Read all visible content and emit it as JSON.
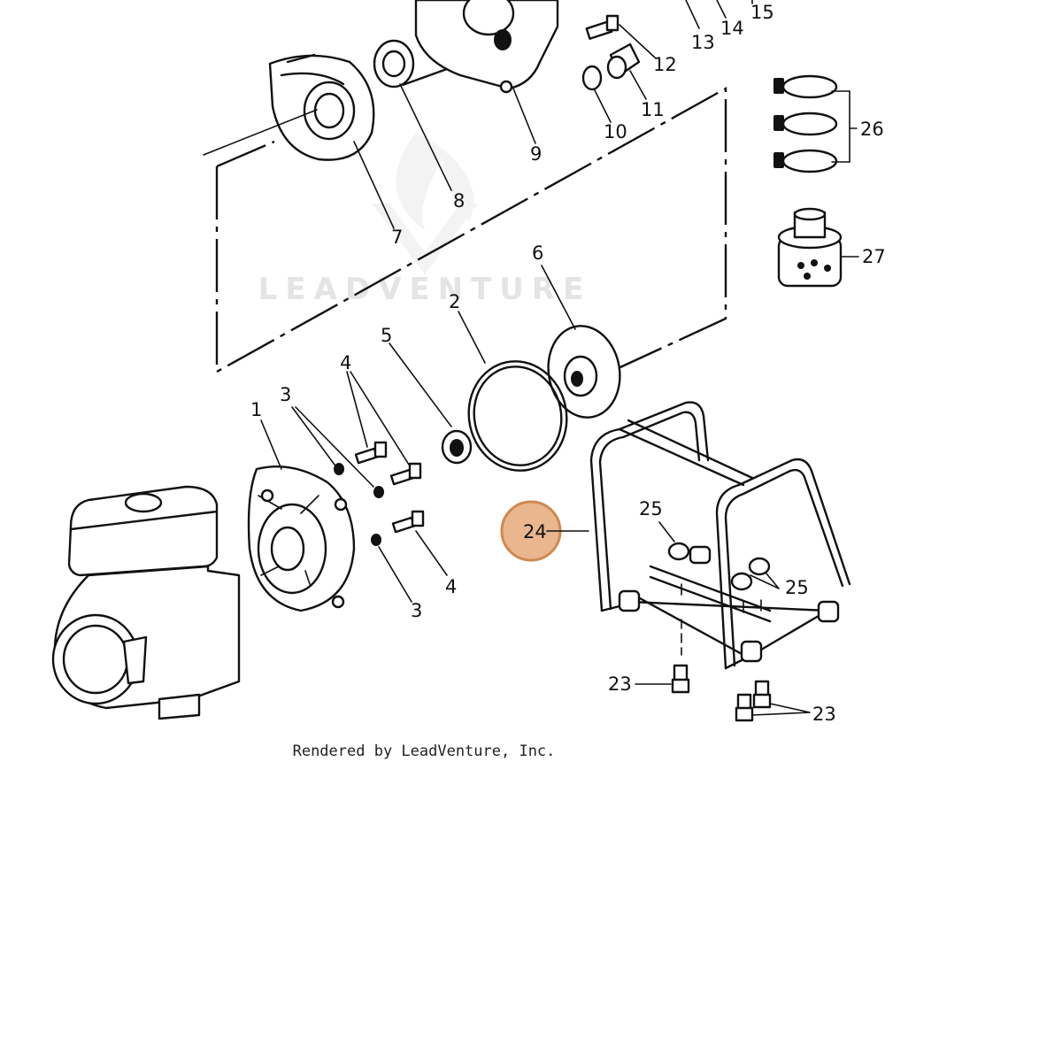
{
  "watermark": "LEADVENTURE",
  "credit": "Rendered by LeadVenture, Inc.",
  "highlight_color": "#e6a97a",
  "callouts": {
    "c1": "1",
    "c2": "2",
    "c3a": "3",
    "c3b": "3",
    "c4a": "4",
    "c4b": "4",
    "c5": "5",
    "c6": "6",
    "c7": "7",
    "c8": "8",
    "c9": "9",
    "c10": "10",
    "c11": "11",
    "c12": "12",
    "c13": "13",
    "c14": "14",
    "c15": "15",
    "c23a": "23",
    "c23b": "23",
    "c24": "24",
    "c25a": "25",
    "c25b": "25",
    "c26": "26",
    "c27": "27"
  }
}
